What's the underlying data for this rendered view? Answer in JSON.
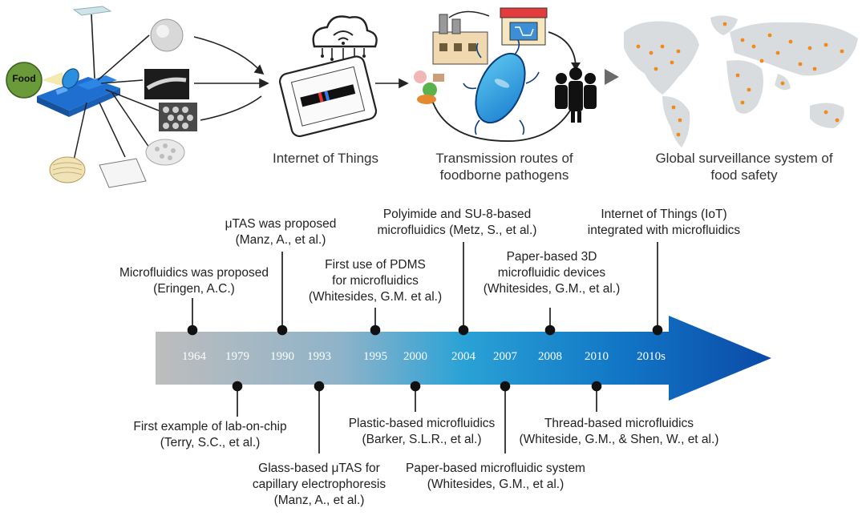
{
  "top_captions": {
    "iot": "Internet of Things",
    "transmission": "Transmission routes of\nfoodborne pathogens",
    "global": "Global surveillance system of\nfood safety"
  },
  "food_label": "Food",
  "timeline": {
    "years": [
      "1964",
      "1979",
      "1990",
      "1993",
      "1995",
      "2000",
      "2004",
      "2007",
      "2008",
      "2010",
      "2010s"
    ],
    "events_above": [
      {
        "year": "1964",
        "text": "Microfluidics was proposed\n(Eringen, A.C.)"
      },
      {
        "year": "1990",
        "text": "μTAS was proposed\n(Manz, A., et al.)"
      },
      {
        "year": "1995",
        "text": "First use of PDMS\nfor microfluidics\n(Whitesides, G.M. et al.)"
      },
      {
        "year": "2004",
        "text": "Polyimide and SU-8-based\nmicrofluidics (Metz, S., et al.)"
      },
      {
        "year": "2008",
        "text": "Paper-based 3D\nmicrofluidic devices\n(Whitesides, G.M., et al.)"
      },
      {
        "year": "2010s",
        "text": "Internet of Things (IoT)\nintegrated with microfluidics"
      }
    ],
    "events_below": [
      {
        "year": "1979",
        "text": "First example of lab-on-chip\n(Terry, S.C., et al.)"
      },
      {
        "year": "1993",
        "text": "Glass-based μTAS for\ncapillary electrophoresis\n(Manz, A., et al.)"
      },
      {
        "year": "2000",
        "text": "Plastic-based microfluidics\n(Barker, S.L.R., et al.)"
      },
      {
        "year": "2007",
        "text": "Paper-based microfluidic system\n(Whitesides, G.M., et al.)"
      },
      {
        "year": "2010",
        "text": "Thread-based microfluidics\n(Whiteside, G.M., & Shen, W., et al.)"
      }
    ]
  },
  "colors": {
    "arrow_start": "#b9b9b9",
    "arrow_mid": "#29a4d8",
    "arrow_end": "#0a4fae",
    "device_blue": "#1f6fd0",
    "food_green": "#6a9a3a",
    "map_dot": "#f08a1c"
  }
}
